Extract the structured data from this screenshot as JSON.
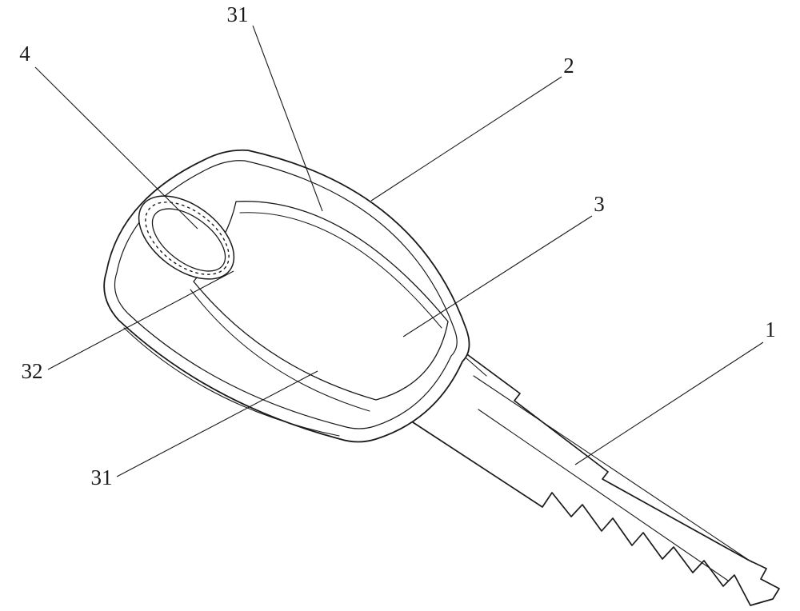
{
  "figure": {
    "type": "patent-line-drawing",
    "subject": "key with bow, ring hole and serrated blade",
    "background": "#ffffff",
    "line_color": "#1a1a1a",
    "labels": {
      "top_31": "31",
      "ring_hole_4": "4",
      "edge_2": "2",
      "face_3": "3",
      "blade_1": "1",
      "recess_32": "32",
      "bottom_31": "31"
    }
  }
}
